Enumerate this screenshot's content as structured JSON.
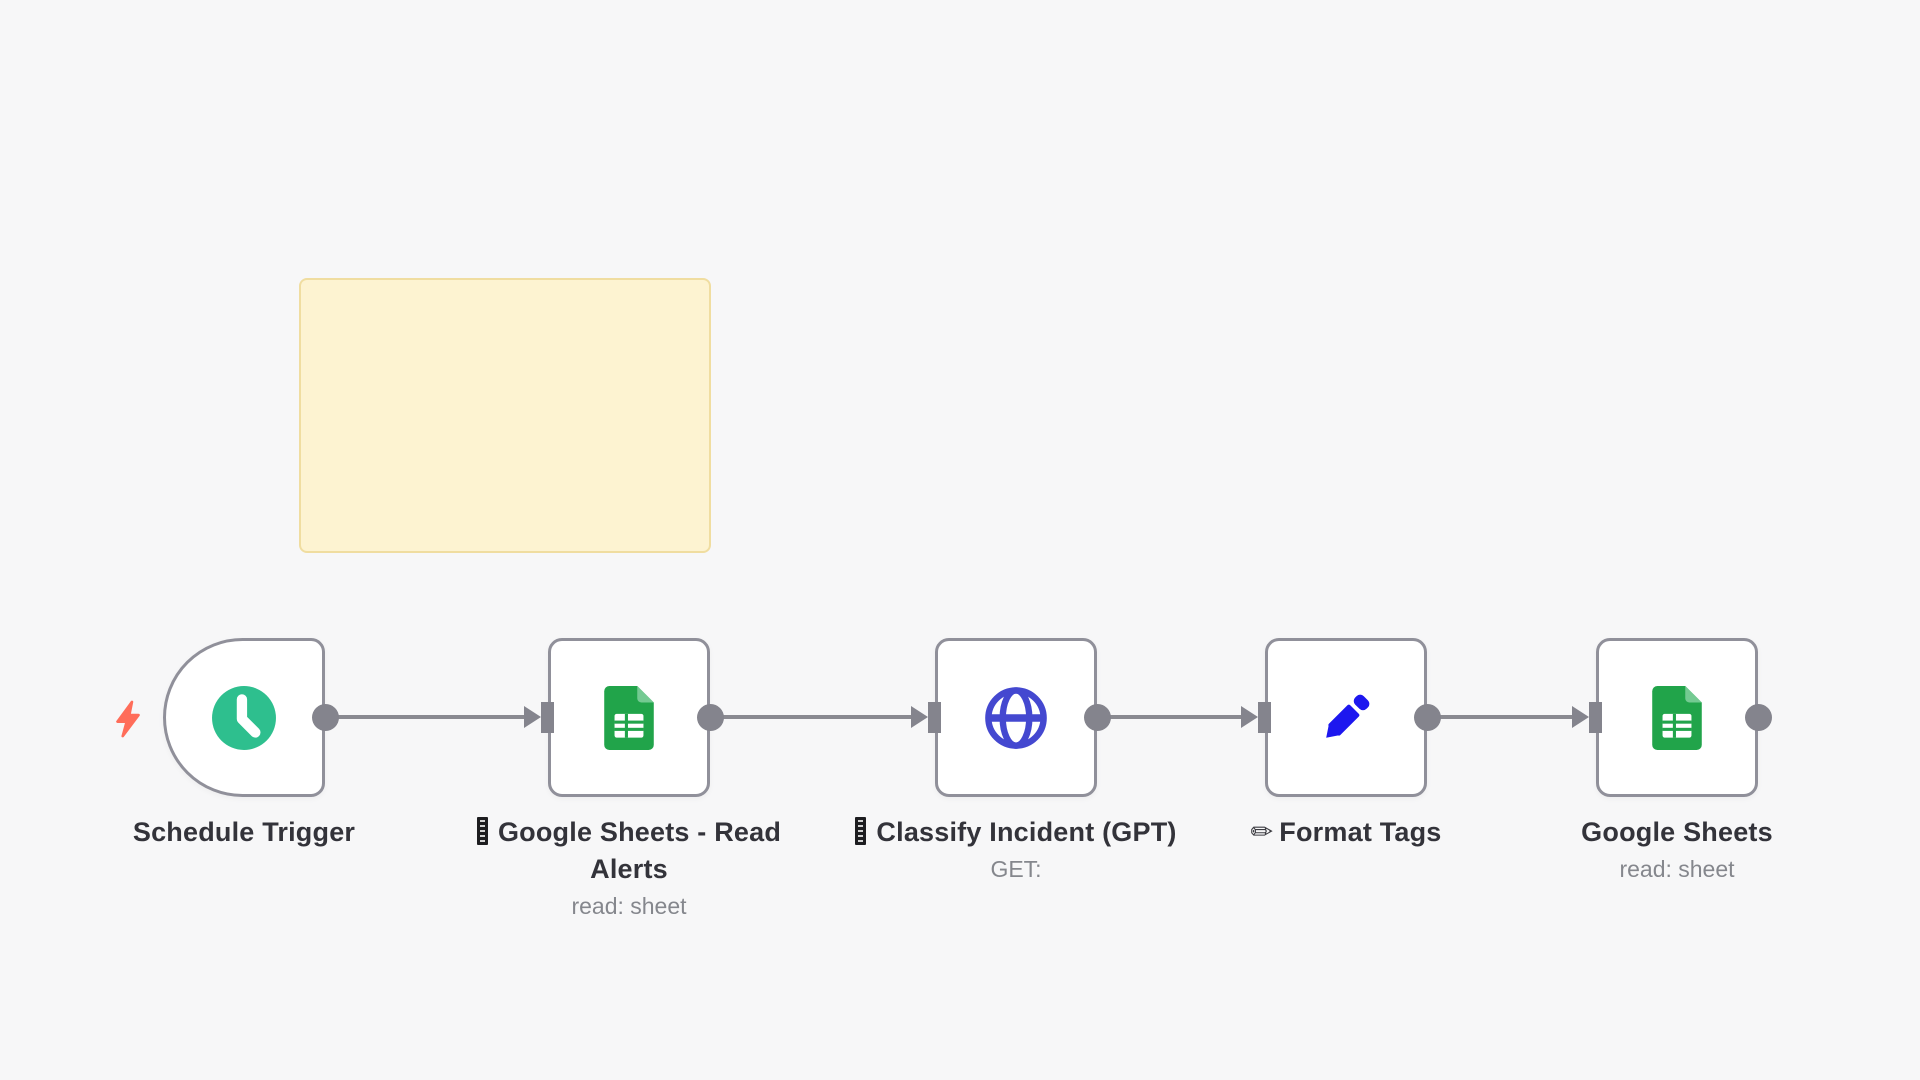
{
  "canvas": {
    "background_color": "#f7f7f8",
    "type": "workflow-editor-canvas"
  },
  "sticky_note": {
    "content": "",
    "fill_color": "#fdf3d1",
    "border_color": "#f0dda0"
  },
  "trigger_pin": {
    "icon": "lightning-bolt-icon",
    "color": "#ff6d5a"
  },
  "colors": {
    "node_border": "#90909a",
    "connector_gray": "#84848d",
    "clock_green": "#2ebf8e",
    "sheets_green": "#21a44a",
    "sheets_fold_green": "#74ca92",
    "globe_indigo": "#4448d0",
    "pencil_blue": "#1d17ef",
    "title_text": "#33333a",
    "subtitle_text": "#85878d"
  },
  "nodes": [
    {
      "id": "schedule-trigger",
      "title_lines": [
        "Schedule Trigger"
      ],
      "subtitle": "",
      "icon": "clock-icon",
      "shape": "trigger-rounded-left"
    },
    {
      "id": "google-sheets-read-alerts",
      "title_prefix_missing_emoji": true,
      "title_lines": [
        "Google Sheets - Read",
        "Alerts"
      ],
      "subtitle": "read: sheet",
      "icon": "google-sheets-icon",
      "shape": "rounded-rect"
    },
    {
      "id": "classify-incident-gpt",
      "title_prefix_missing_emoji": true,
      "title_lines": [
        "Classify Incident (GPT)"
      ],
      "subtitle": "GET:",
      "icon": "globe-icon",
      "shape": "rounded-rect"
    },
    {
      "id": "format-tags",
      "title_prefix": "✏",
      "title_lines": [
        "Format Tags"
      ],
      "subtitle": "",
      "icon": "pencil-icon",
      "shape": "rounded-rect"
    },
    {
      "id": "google-sheets",
      "title_lines": [
        "Google Sheets"
      ],
      "subtitle": "read: sheet",
      "icon": "google-sheets-icon",
      "shape": "rounded-rect"
    }
  ],
  "connections": [
    {
      "from": "schedule-trigger",
      "to": "google-sheets-read-alerts"
    },
    {
      "from": "google-sheets-read-alerts",
      "to": "classify-incident-gpt"
    },
    {
      "from": "classify-incident-gpt",
      "to": "format-tags"
    },
    {
      "from": "format-tags",
      "to": "google-sheets"
    }
  ]
}
